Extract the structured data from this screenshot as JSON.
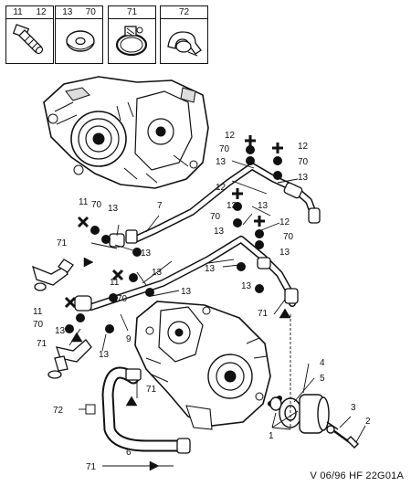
{
  "legend": [
    {
      "id": "legend-11-12",
      "refs": [
        "11",
        "12"
      ],
      "icon": "bolt-union-icon"
    },
    {
      "id": "legend-13-70",
      "refs": [
        "13",
        "70"
      ],
      "icon": "washer-icon"
    },
    {
      "id": "legend-71",
      "refs": [
        "71"
      ],
      "icon": "hose-clamp-icon"
    },
    {
      "id": "legend-72",
      "refs": [
        "72"
      ],
      "icon": "pipe-clip-icon"
    }
  ],
  "callouts": {
    "c12a": "12",
    "c70a": "70",
    "c13a": "13",
    "c12b": "12",
    "c70b": "70",
    "c13b": "13",
    "c12c": "12",
    "c70c": "70",
    "c13c": "13",
    "c12d": "12",
    "c70d": "70",
    "c13d": "13",
    "c11a": "11",
    "c70e": "70",
    "c13e": "13",
    "c7": "7",
    "c71a": "71",
    "c13f": "13",
    "c13g": "13",
    "c13h": "13",
    "c11b": "11",
    "c70f": "70",
    "c13i": "13",
    "c13j": "13",
    "c13k": "13",
    "c11c": "11",
    "c70g": "70",
    "c13l": "13",
    "c71b": "71",
    "c9": "9",
    "c13m": "13",
    "c71c": "71",
    "c4": "4",
    "c5": "5",
    "c71d": "71",
    "c72": "72",
    "c3": "3",
    "c2": "2",
    "c1": "1",
    "c6": "6",
    "c71e": "71"
  },
  "footer": "V 06/96 HF 22G01A"
}
